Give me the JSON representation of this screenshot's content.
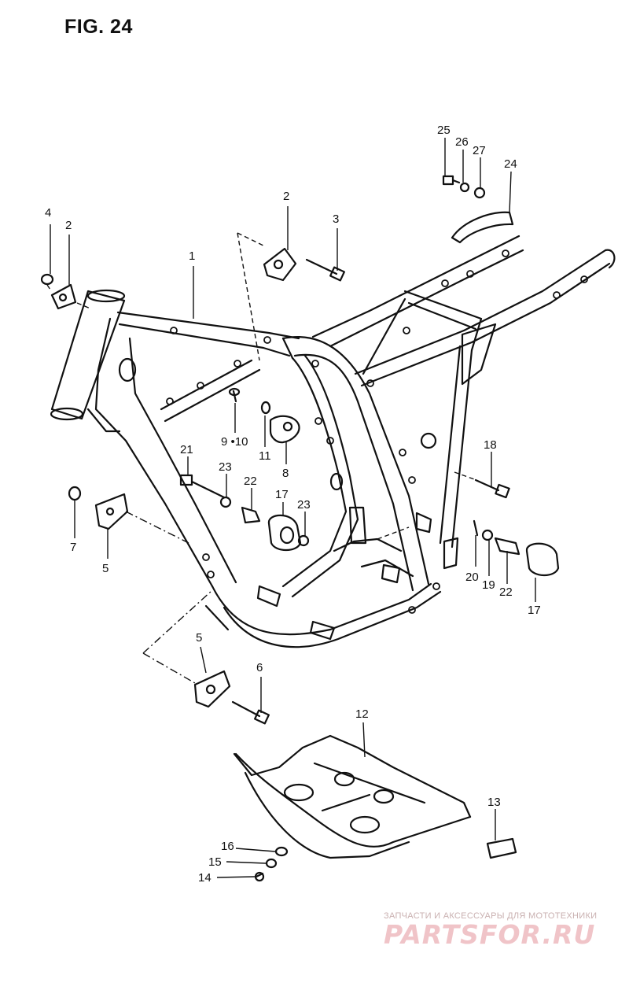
{
  "figure": {
    "title": "FIG. 24"
  },
  "callouts": [
    {
      "id": "c1",
      "label": "1"
    },
    {
      "id": "c2a",
      "label": "2"
    },
    {
      "id": "c2b",
      "label": "2"
    },
    {
      "id": "c3",
      "label": "3"
    },
    {
      "id": "c4",
      "label": "4"
    },
    {
      "id": "c5a",
      "label": "5"
    },
    {
      "id": "c5b",
      "label": "5"
    },
    {
      "id": "c6",
      "label": "6"
    },
    {
      "id": "c7",
      "label": "7"
    },
    {
      "id": "c8",
      "label": "8"
    },
    {
      "id": "c9",
      "label": "9 •10"
    },
    {
      "id": "c11",
      "label": "11"
    },
    {
      "id": "c12",
      "label": "12"
    },
    {
      "id": "c13",
      "label": "13"
    },
    {
      "id": "c14",
      "label": "14"
    },
    {
      "id": "c15",
      "label": "15"
    },
    {
      "id": "c16",
      "label": "16"
    },
    {
      "id": "c17a",
      "label": "17"
    },
    {
      "id": "c17b",
      "label": "17"
    },
    {
      "id": "c18",
      "label": "18"
    },
    {
      "id": "c19",
      "label": "19"
    },
    {
      "id": "c20",
      "label": "20"
    },
    {
      "id": "c21",
      "label": "21"
    },
    {
      "id": "c22a",
      "label": "22"
    },
    {
      "id": "c22b",
      "label": "22"
    },
    {
      "id": "c23a",
      "label": "23"
    },
    {
      "id": "c23b",
      "label": "23"
    },
    {
      "id": "c24",
      "label": "24"
    },
    {
      "id": "c25",
      "label": "25"
    },
    {
      "id": "c26",
      "label": "26"
    },
    {
      "id": "c27",
      "label": "27"
    }
  ],
  "watermark": {
    "caption": "ЗАПЧАСТИ И АКСЕССУАРЫ ДЛЯ МОТОТЕХНИКИ",
    "brand": "PARTSFOR.RU",
    "color": "#f0c4c8"
  }
}
